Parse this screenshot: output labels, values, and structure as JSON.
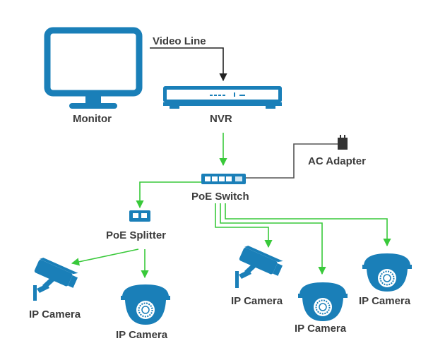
{
  "labels": {
    "video_line": "Video Line",
    "monitor": "Monitor",
    "nvr": "NVR",
    "ac_adapter": "AC Adapter",
    "poe_switch": "PoE Switch",
    "poe_splitter": "PoE Splitter",
    "ip_camera_1": "IP Camera",
    "ip_camera_2": "IP Camera",
    "ip_camera_3": "IP Camera",
    "ip_camera_4": "IP Camera",
    "ip_camera_5": "IP Camera"
  },
  "colors": {
    "device_blue": "#1a7fb8",
    "device_light": "#cfe6f3",
    "data_line": "#39c93a",
    "video_line": "#222222",
    "power_line": "#555555",
    "text": "#3c3c3c"
  },
  "icons": {
    "monitor": "monitor-icon",
    "nvr": "nvr-icon",
    "poe_switch": "switch-icon",
    "poe_splitter": "splitter-icon",
    "ac_adapter": "power-plug-icon",
    "bullet_camera": "bullet-camera-icon",
    "dome_camera": "dome-camera-icon"
  }
}
